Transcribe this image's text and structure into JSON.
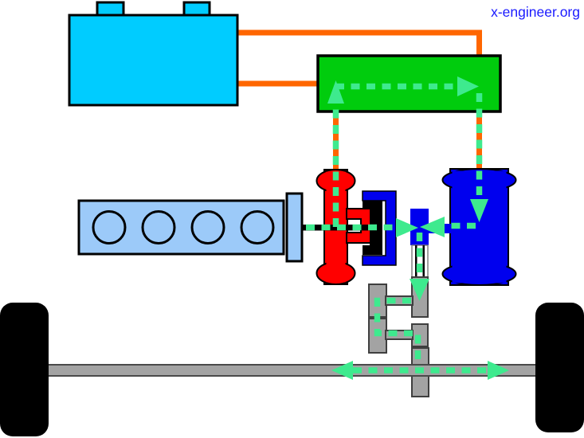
{
  "watermark": {
    "label": "x-engineer.org",
    "color": "#1A1AFF"
  },
  "colors": {
    "battery": "#00CCFF",
    "wire": "#FF6600",
    "power_electronics": "#00CC0D",
    "flow": "#3EEA8E",
    "generator": "#FF0000",
    "motor": "#0000EE",
    "engine": "#9CCAF9",
    "clutch_pack": "#000000",
    "crankshaft": "#000000",
    "gearbox": "#A3A3A3",
    "axle": "#A3A3A3",
    "wheel": "#000000",
    "input_shaft": "#FFFFFF"
  },
  "components": {
    "battery": "hv-battery",
    "power_electronics": "power-electronics",
    "generator": "electric-generator",
    "motor": "electric-motor",
    "engine": "combustion-engine",
    "clutch": "clutch",
    "transmission": "gearbox",
    "axle": "drive-axle",
    "wheels": "wheels",
    "flow": "energy-flow-path"
  }
}
